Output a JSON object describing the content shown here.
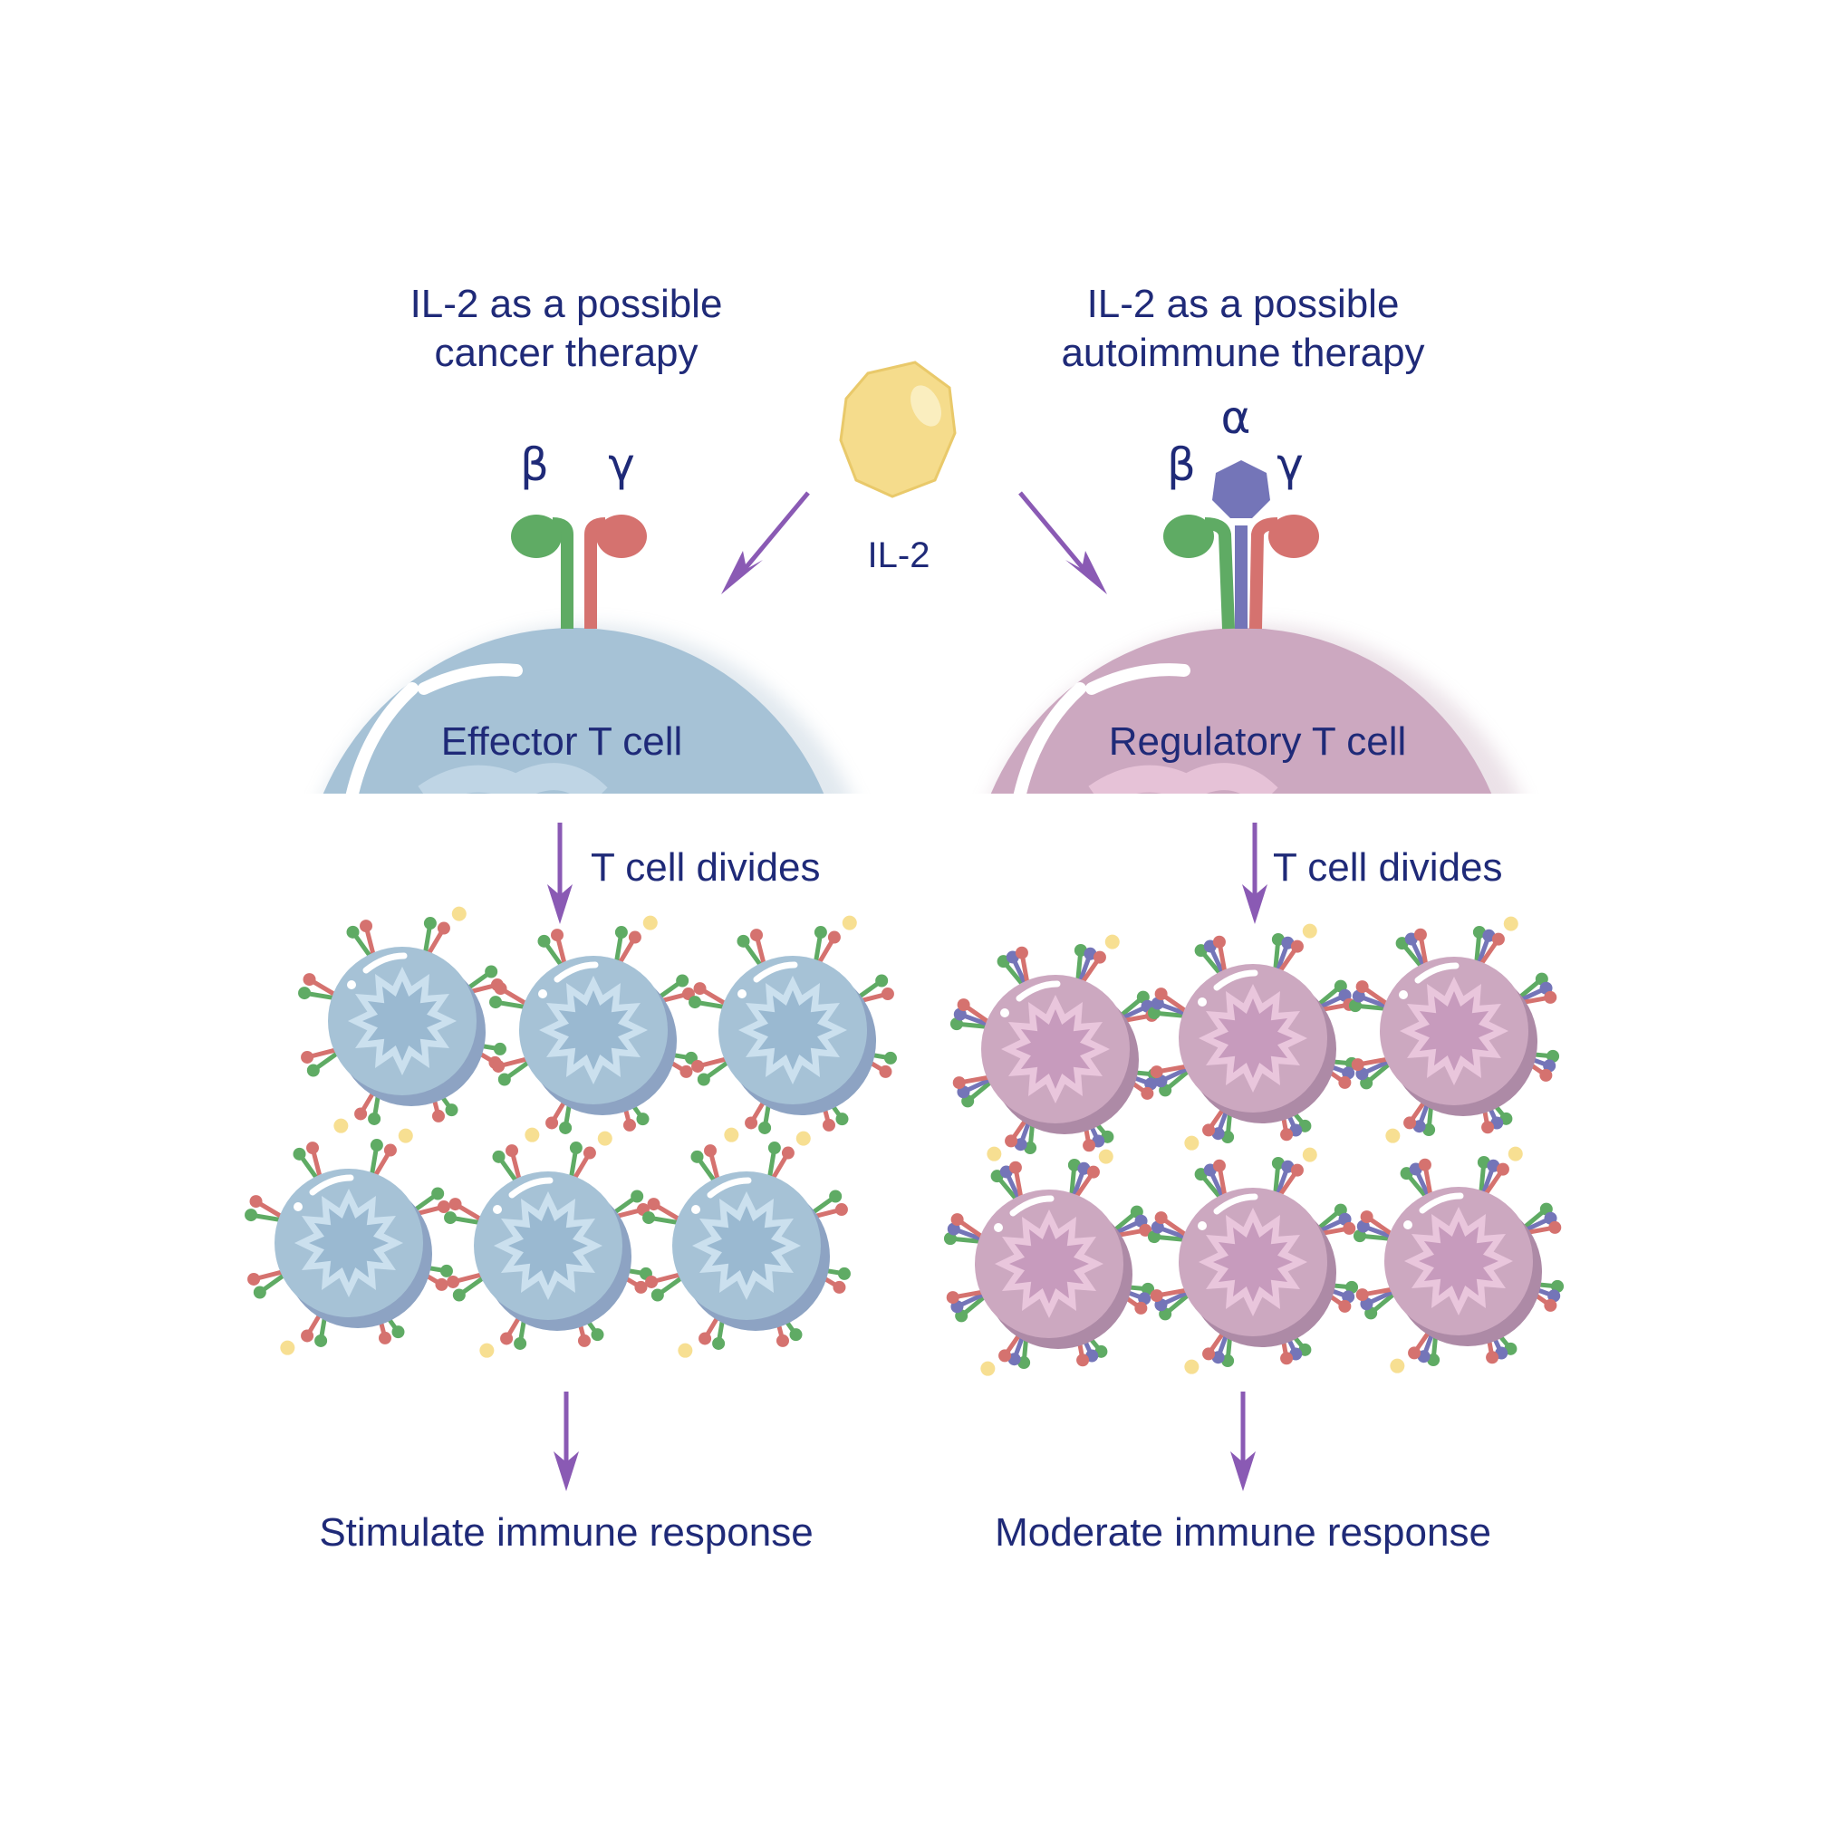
{
  "left": {
    "title_line1": "IL-2 as a possible",
    "title_line2": "cancer therapy",
    "receptor_beta": "β",
    "receptor_gamma": "γ",
    "cell_label": "Effector T cell",
    "divides_label": "T cell divides",
    "outcome": "Stimulate immune response"
  },
  "right": {
    "title_line1": "IL-2 as a possible",
    "title_line2": "autoimmune therapy",
    "receptor_alpha": "α",
    "receptor_beta": "β",
    "receptor_gamma": "γ",
    "cell_label": "Regulatory T cell",
    "divides_label": "T cell divides",
    "outcome": "Moderate immune response"
  },
  "center": {
    "il2_label": "IL-2"
  },
  "colors": {
    "text": "#1f2a78",
    "arrow": "#8a5ab4",
    "effector_cell": "#a6c2d6",
    "regulatory_cell": "#cca8c0",
    "beta_chain": "#5fab64",
    "gamma_chain": "#d5726f",
    "alpha_chain": "#7475b8",
    "il2": "#f7df92"
  }
}
